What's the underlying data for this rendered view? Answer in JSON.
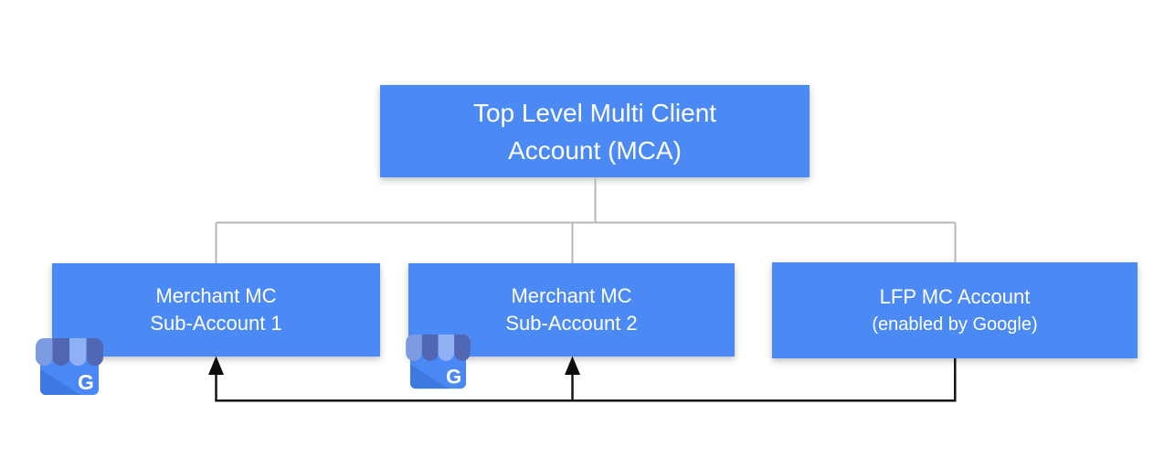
{
  "diagram": {
    "type": "account-hierarchy",
    "nodes": {
      "mca": {
        "id": "mca",
        "line1": "Top Level Multi Client",
        "line2": "Account (MCA)"
      },
      "sub1": {
        "id": "sub1",
        "line1": "Merchant MC",
        "line2": "Sub-Account 1",
        "icon": "google-business-profile-icon"
      },
      "sub2": {
        "id": "sub2",
        "line1": "Merchant MC",
        "line2": "Sub-Account 2",
        "icon": "google-business-profile-icon"
      },
      "lfp": {
        "id": "lfp",
        "line1": "LFP MC Account",
        "line2": "(enabled by Google)"
      }
    },
    "tree_edges": [
      {
        "from": "mca",
        "to": "sub1"
      },
      {
        "from": "mca",
        "to": "sub2"
      },
      {
        "from": "mca",
        "to": "lfp"
      }
    ],
    "arrow_edges": [
      {
        "from": "lfp",
        "to": "sub1",
        "style": "black-arrow"
      },
      {
        "from": "lfp",
        "to": "sub2",
        "style": "black-arrow"
      }
    ],
    "colors": {
      "node_fill": "#4b89f5",
      "node_text": "#ffffff",
      "tree_line": "#b7b7b7",
      "arrow_line": "#151515",
      "background": "#ffffff"
    }
  },
  "icons": {
    "business_profile": {
      "name": "google-business-profile-icon",
      "letter": "G"
    }
  }
}
